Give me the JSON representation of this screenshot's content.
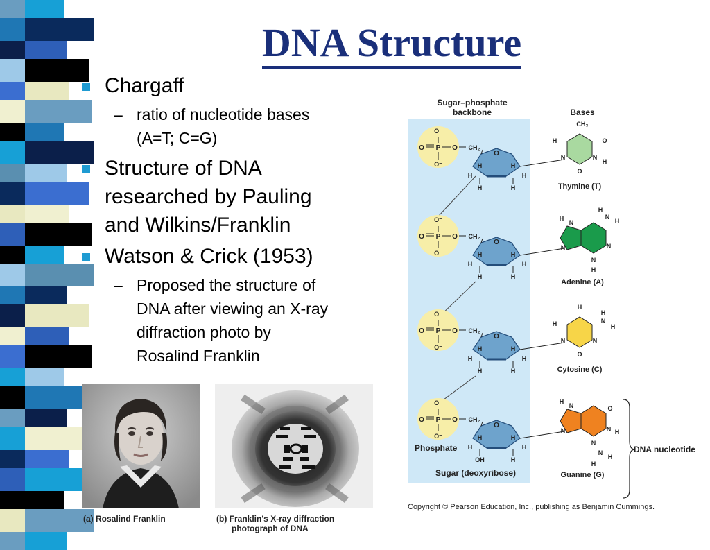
{
  "slide": {
    "title": "DNA Structure",
    "bullets": [
      {
        "text": "Chargaff",
        "subs": [
          "ratio of nucleotide bases",
          "(A=T; C=G)"
        ]
      },
      {
        "text_lines": [
          "Structure of DNA",
          "researched by Pauling",
          "and Wilkins/Franklin"
        ]
      },
      {
        "text": "Watson & Crick (1953)",
        "subs": [
          "Proposed the structure of",
          "DNA after viewing an X-ray",
          "diffraction photo by",
          "Rosalind Franklin"
        ]
      }
    ],
    "dash": "–"
  },
  "captions": {
    "photo_a": "(a) Rosalind Franklin",
    "photo_b_line1": "(b) Franklin's X-ray diffraction",
    "photo_b_line2": "photograph of DNA"
  },
  "diagram": {
    "header_backbone_1": "Sugar–phosphate",
    "header_backbone_2": "backbone",
    "header_bases": "Bases",
    "phosphate_label": "Phosphate",
    "sugar_label": "Sugar (deoxyribose)",
    "nucleotide_label": "DNA nucleotide",
    "copyright": "Copyright © Pearson Education, Inc., publishing as Benjamin Cummings.",
    "bases": [
      {
        "name": "Thymine (T)",
        "color": "#a9d9a0"
      },
      {
        "name": "Adenine (A)",
        "color": "#1a9b4b"
      },
      {
        "name": "Cytosine (C)",
        "color": "#f7d548"
      },
      {
        "name": "Guanine (G)",
        "color": "#ef8220"
      }
    ],
    "atoms": {
      "O": "O",
      "P": "P",
      "N": "N",
      "H": "H",
      "CH2": "CH₂",
      "CH3": "CH₃",
      "OH": "OH",
      "O_minus": "O⁻"
    }
  },
  "colors": {
    "title": "#1a2f7a",
    "bullet": "#1f9bd2",
    "backbone_panel": "#cfe8f7",
    "phosphate": "#f7eea8",
    "sugar": "#6ea3cc"
  }
}
